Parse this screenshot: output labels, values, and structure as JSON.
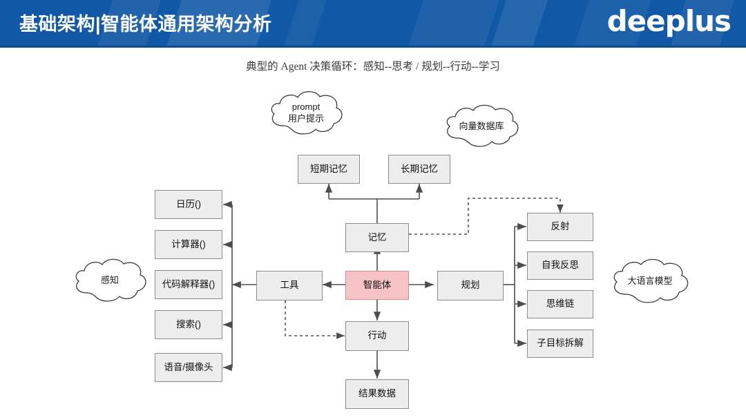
{
  "header": {
    "title": "基础架构|智能体通用架构分析",
    "brand": "deeplus",
    "bg_color": "#1159a6"
  },
  "subtitle": "典型的 Agent 决策循环：感知--思考 / 规划--行动--学习",
  "diagram": {
    "center_node": {
      "label": "智能体",
      "color": "#f7c3c6"
    },
    "core_nodes": [
      {
        "label": "记忆"
      },
      {
        "label": "工具"
      },
      {
        "label": "规划"
      },
      {
        "label": "行动"
      },
      {
        "label": "结果数据"
      }
    ],
    "memory_nodes": [
      {
        "label": "短期记忆"
      },
      {
        "label": "长期记忆"
      }
    ],
    "tool_nodes": [
      {
        "label": "日历()"
      },
      {
        "label": "计算器()"
      },
      {
        "label": "代码解释器()"
      },
      {
        "label": "搜索()"
      },
      {
        "label": "语音/摄像头"
      }
    ],
    "planning_nodes": [
      {
        "label": "反射"
      },
      {
        "label": "自我反思"
      },
      {
        "label": "思维链"
      },
      {
        "label": "子目标拆解"
      }
    ],
    "clouds": [
      {
        "label": "prompt\n用户提示"
      },
      {
        "label": "向量数据库"
      },
      {
        "label": "感知"
      },
      {
        "label": "大语言模型"
      }
    ],
    "node_fill": "#ededed",
    "node_stroke": "#8c8c8c",
    "edge_color": "#4d4d4d"
  }
}
